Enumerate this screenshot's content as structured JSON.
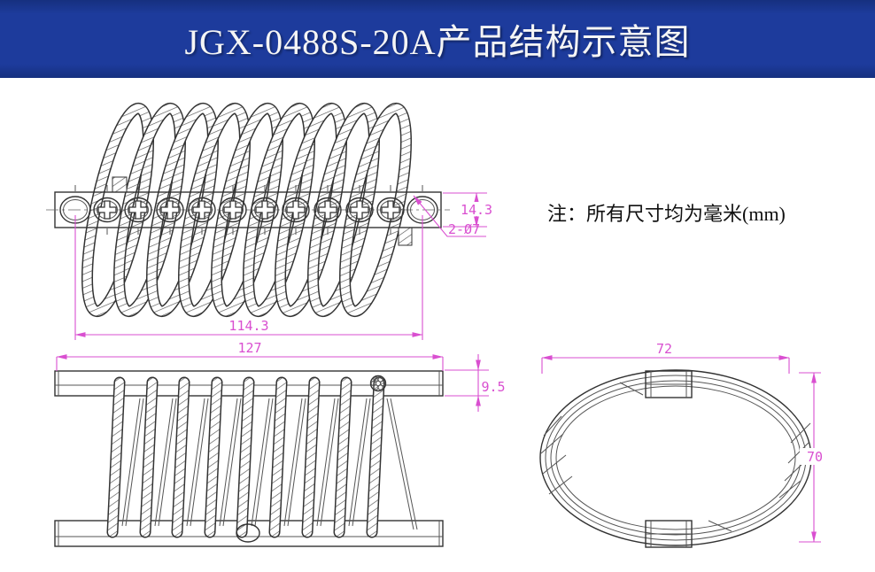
{
  "header": {
    "title": "JGX-0488S-20A产品结构示意图",
    "background": "#1d3b9c",
    "text_color": "#f5f5f5"
  },
  "note": "注：所有尺寸均为毫米(mm)",
  "colors": {
    "line": "#333333",
    "dimension": "#d94fd0",
    "background": "#ffffff"
  },
  "views": {
    "top_view": {
      "dims": {
        "bar_width": "14.3",
        "mount_holes": "2-Ø7",
        "hole_spacing": "114.3"
      }
    },
    "front_view": {
      "dims": {
        "overall_length": "127",
        "bar_thickness": "9.5"
      }
    },
    "side_view": {
      "dims": {
        "overall_width": "72",
        "overall_height": "70"
      }
    }
  }
}
